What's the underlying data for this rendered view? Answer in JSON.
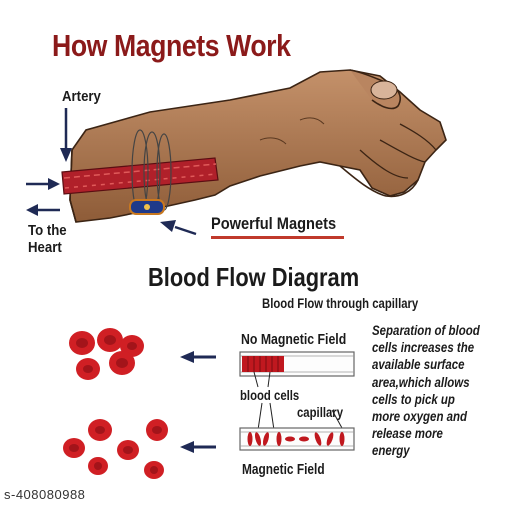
{
  "title": "How Magnets Work",
  "labels": {
    "artery": "Artery",
    "to_the_heart": [
      "To the",
      "Heart"
    ],
    "powerful_magnets": "Powerful Magnets"
  },
  "blood_flow": {
    "title": "Blood Flow Diagram",
    "subtitle": "Blood Flow through capillary",
    "no_magnetic_field": "No Magnetic Field",
    "blood_cells": "blood cells",
    "capillary": "capillary",
    "magnetic_field": "Magnetic Field",
    "explanation": [
      "Separation of blood",
      "cells increases the",
      "available surface",
      "area,which allows",
      "cells to pick up",
      "more oxygen and",
      "release more",
      "energy"
    ]
  },
  "watermark": "s-408080988",
  "colors": {
    "title": "#8b1a1a",
    "skin": "#b07a52",
    "artery": "#b0202a",
    "cell": "#d01f24",
    "arrow": "#1f2a55"
  }
}
